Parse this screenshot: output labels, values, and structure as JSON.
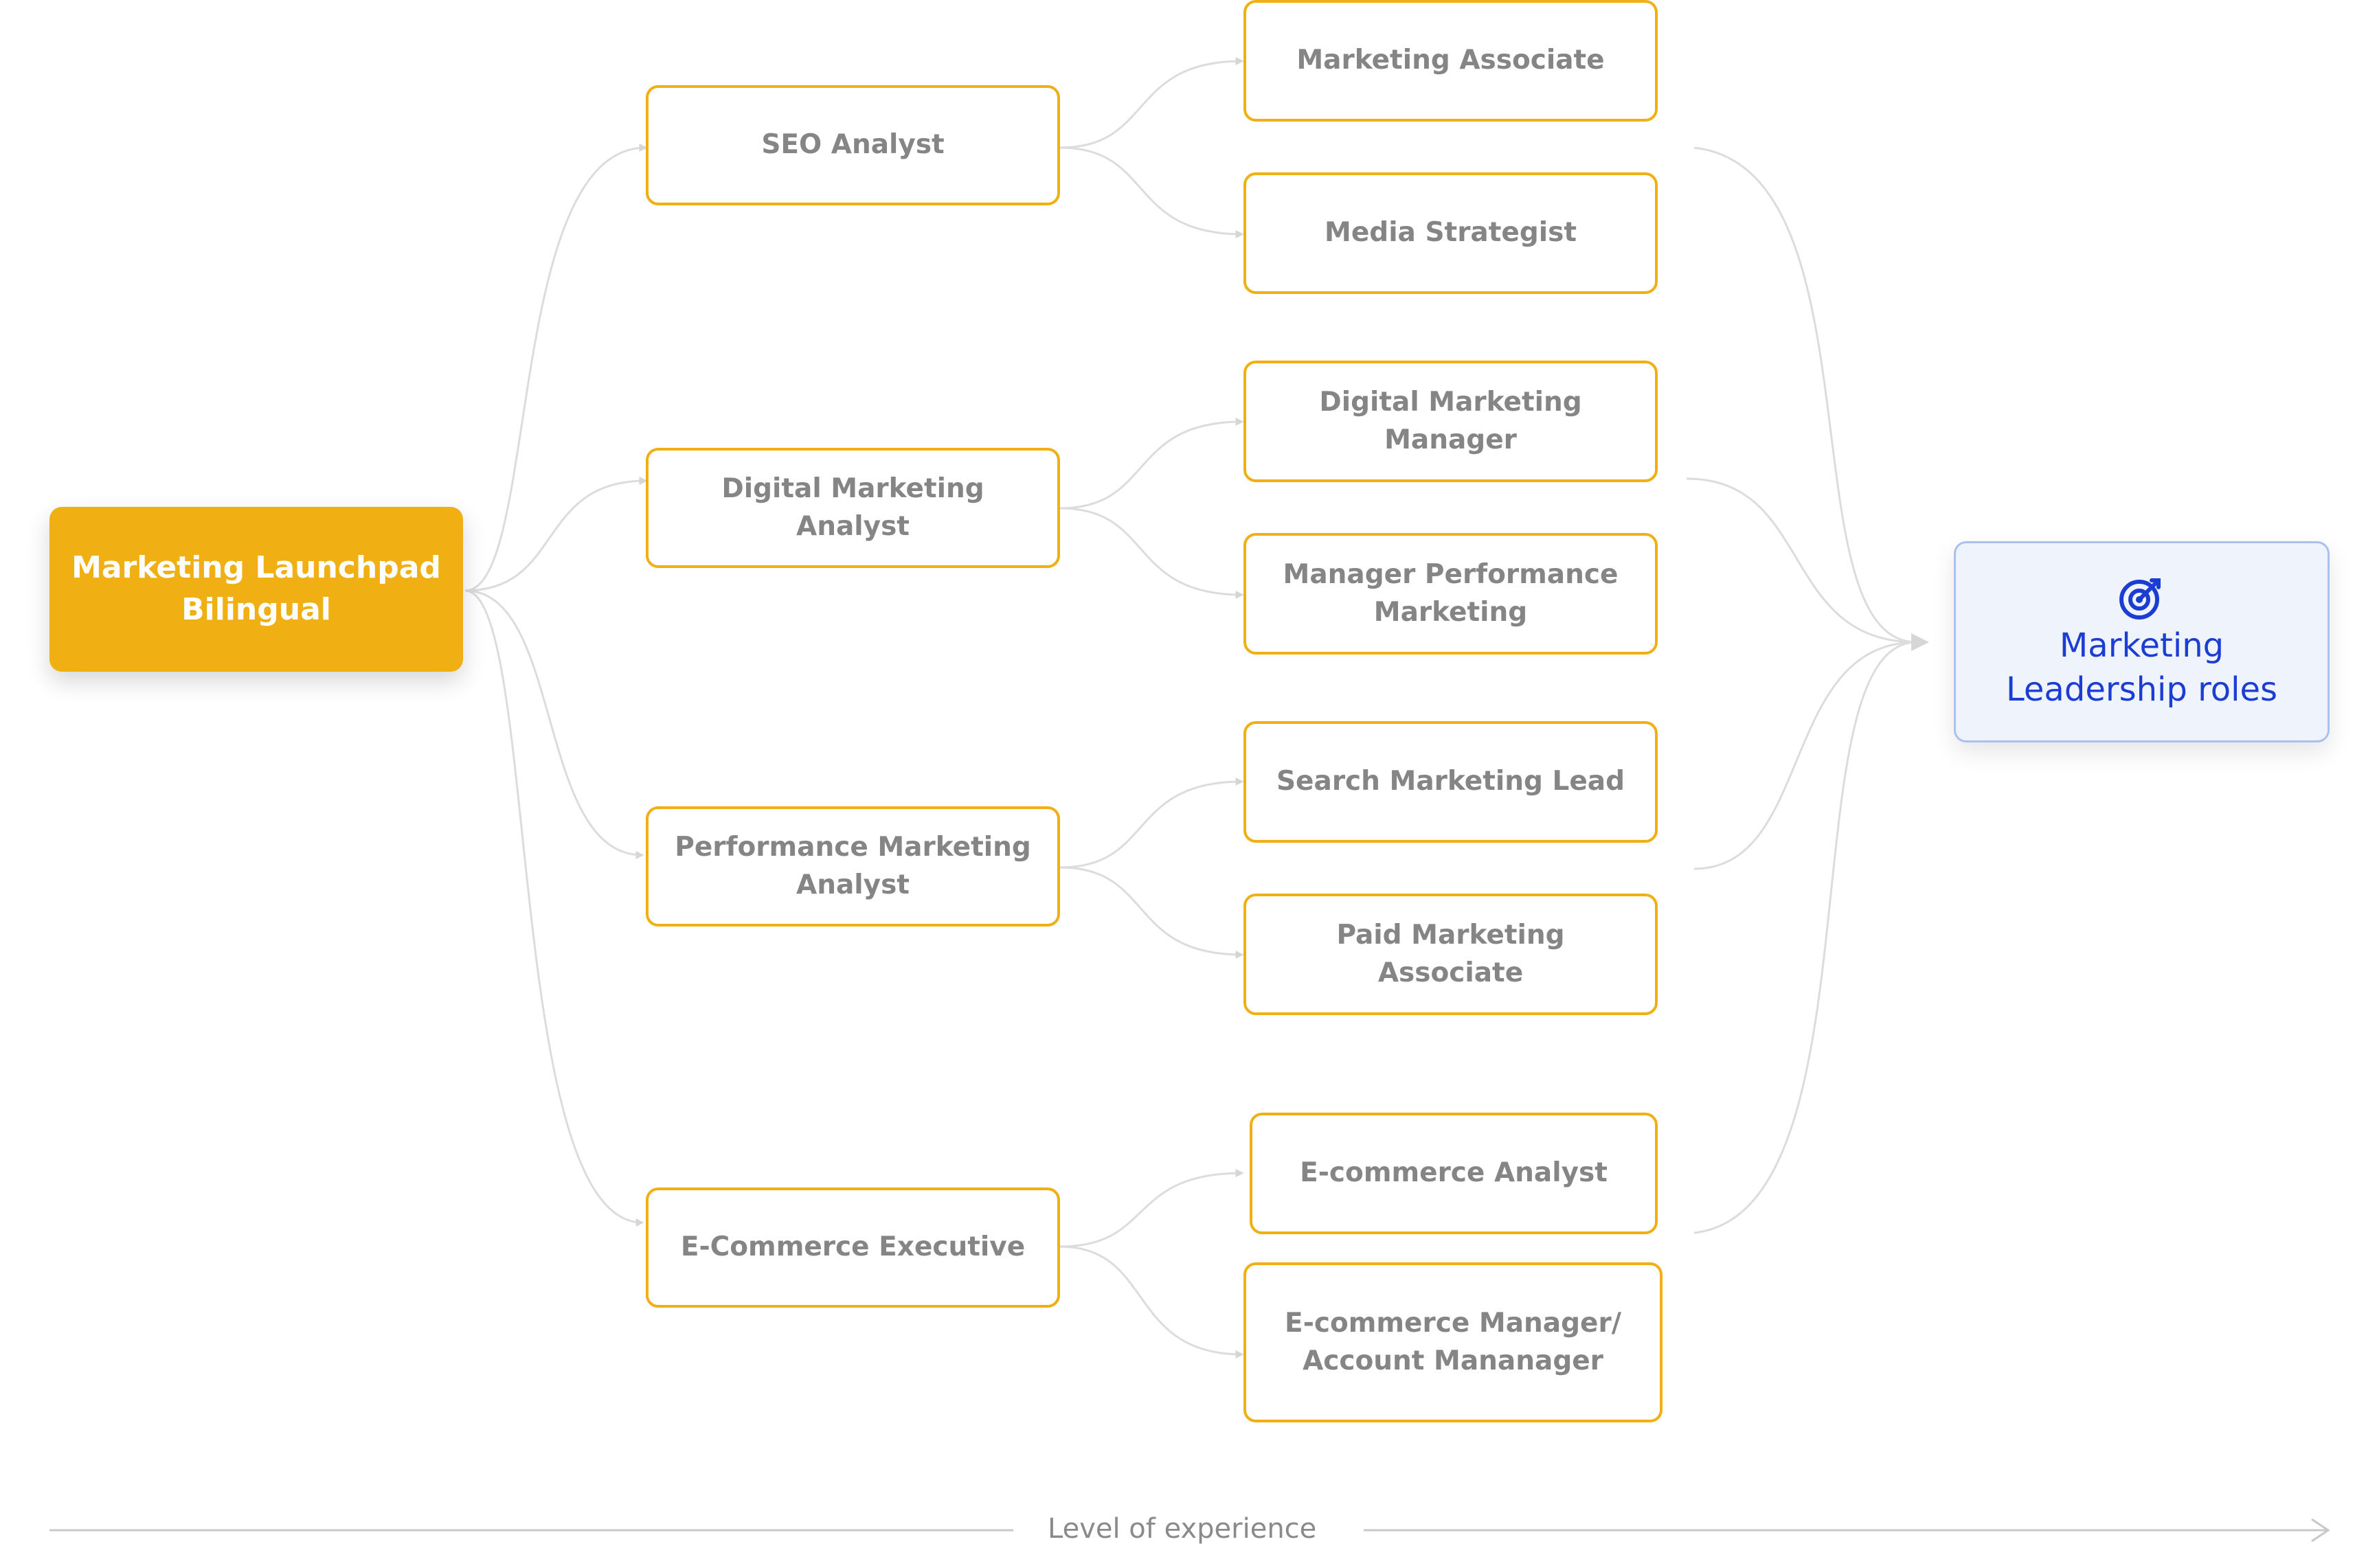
{
  "root": {
    "label": "Marketing Launchpad Bilingual",
    "color": "#f0b014"
  },
  "level1": [
    {
      "label": "SEO Analyst"
    },
    {
      "label": "Digital Marketing Analyst"
    },
    {
      "label": "Performance Marketing Analyst"
    },
    {
      "label": "E-Commerce Executive"
    }
  ],
  "level2": [
    {
      "label": "Marketing Associate"
    },
    {
      "label": "Media Strategist"
    },
    {
      "label": "Digital Marketing Manager"
    },
    {
      "label": "Manager Performance Marketing"
    },
    {
      "label": "Search Marketing Lead"
    },
    {
      "label": "Paid Marketing Associate"
    },
    {
      "label": "E-commerce Analyst"
    },
    {
      "label": "E-commerce Manager/ Account Mananager"
    }
  ],
  "goal": {
    "label": "Marketing Leadership roles",
    "icon": "target-icon",
    "color": "#1b3dd4"
  },
  "axis": {
    "label": "Level of experience"
  },
  "colors": {
    "node_border": "#f0b014",
    "node_text": "#858585",
    "connector": "#dcdcdc",
    "goal_background": "#eef3fc",
    "goal_border": "#a9c1ee"
  }
}
